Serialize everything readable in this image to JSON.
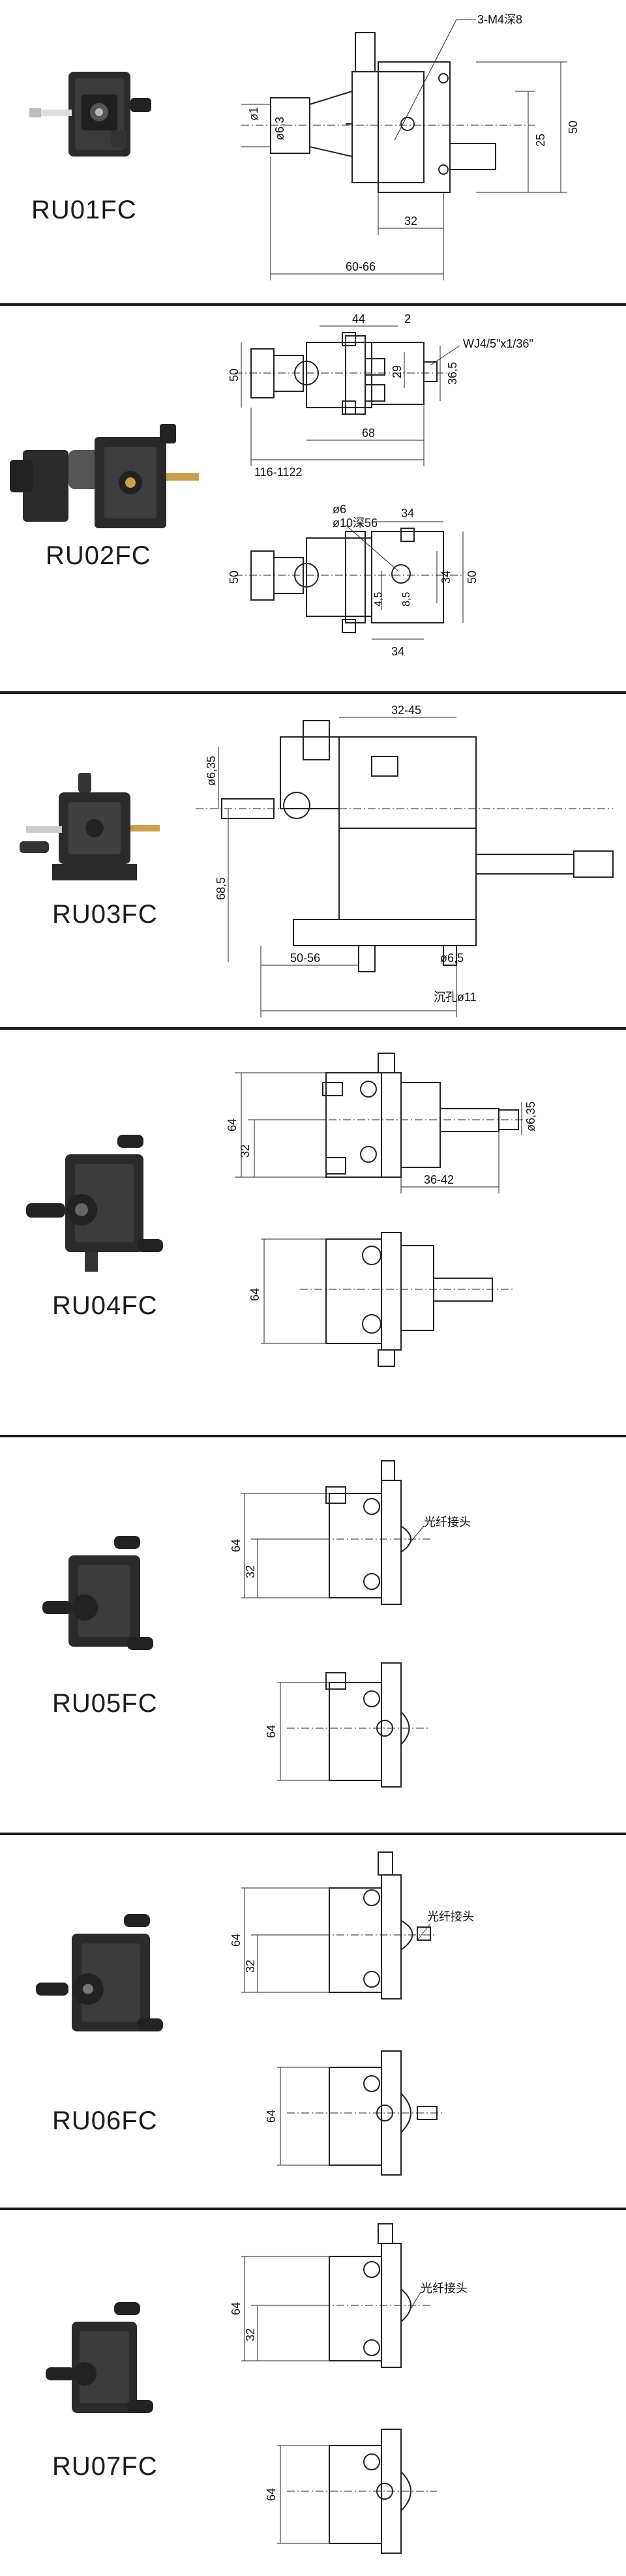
{
  "products": [
    {
      "model": "RU01FC",
      "dims": {
        "holes": "3-M4深8",
        "shaft": "ø1",
        "knob": "ø6,3",
        "h1": "25",
        "h2": "50",
        "w1": "32",
        "w2": "60-66"
      }
    },
    {
      "model": "RU02FC",
      "dims": {
        "top44": "44",
        "top2": "2",
        "thread": "WJ4/5\"x1/36\"",
        "h50": "50",
        "h29": "29",
        "h365": "36,5",
        "w68": "68",
        "w116": "116-1122",
        "d6": "ø6",
        "d10": "ø10深56",
        "w34a": "34",
        "b50": "50",
        "b34": "34",
        "b45": "4,5",
        "b85": "8,5",
        "b34b": "34"
      }
    },
    {
      "model": "RU03FC",
      "dims": {
        "top": "32-45",
        "knob": "ø6,35",
        "h": "68,5",
        "w": "50-56",
        "d": "ø6,5",
        "c": "沉孔ø11"
      }
    },
    {
      "model": "RU04FC",
      "dims": {
        "h64": "64",
        "h32": "32",
        "knob": "ø6,35",
        "w": "36-42",
        "b64": "64"
      }
    },
    {
      "model": "RU05FC",
      "dims": {
        "h64": "64",
        "h32": "32",
        "fiber": "光纤接头",
        "b64": "64"
      }
    },
    {
      "model": "RU06FC",
      "dims": {
        "h64": "64",
        "h32": "32",
        "fiber": "光纤接头",
        "b64": "64"
      }
    },
    {
      "model": "RU07FC",
      "dims": {
        "h64": "64",
        "h32": "32",
        "fiber": "光纤接头",
        "b64": "64"
      }
    }
  ],
  "colors": {
    "divider": "#1a1a1a",
    "metal": "#2b2b2b",
    "line": "#222222"
  }
}
